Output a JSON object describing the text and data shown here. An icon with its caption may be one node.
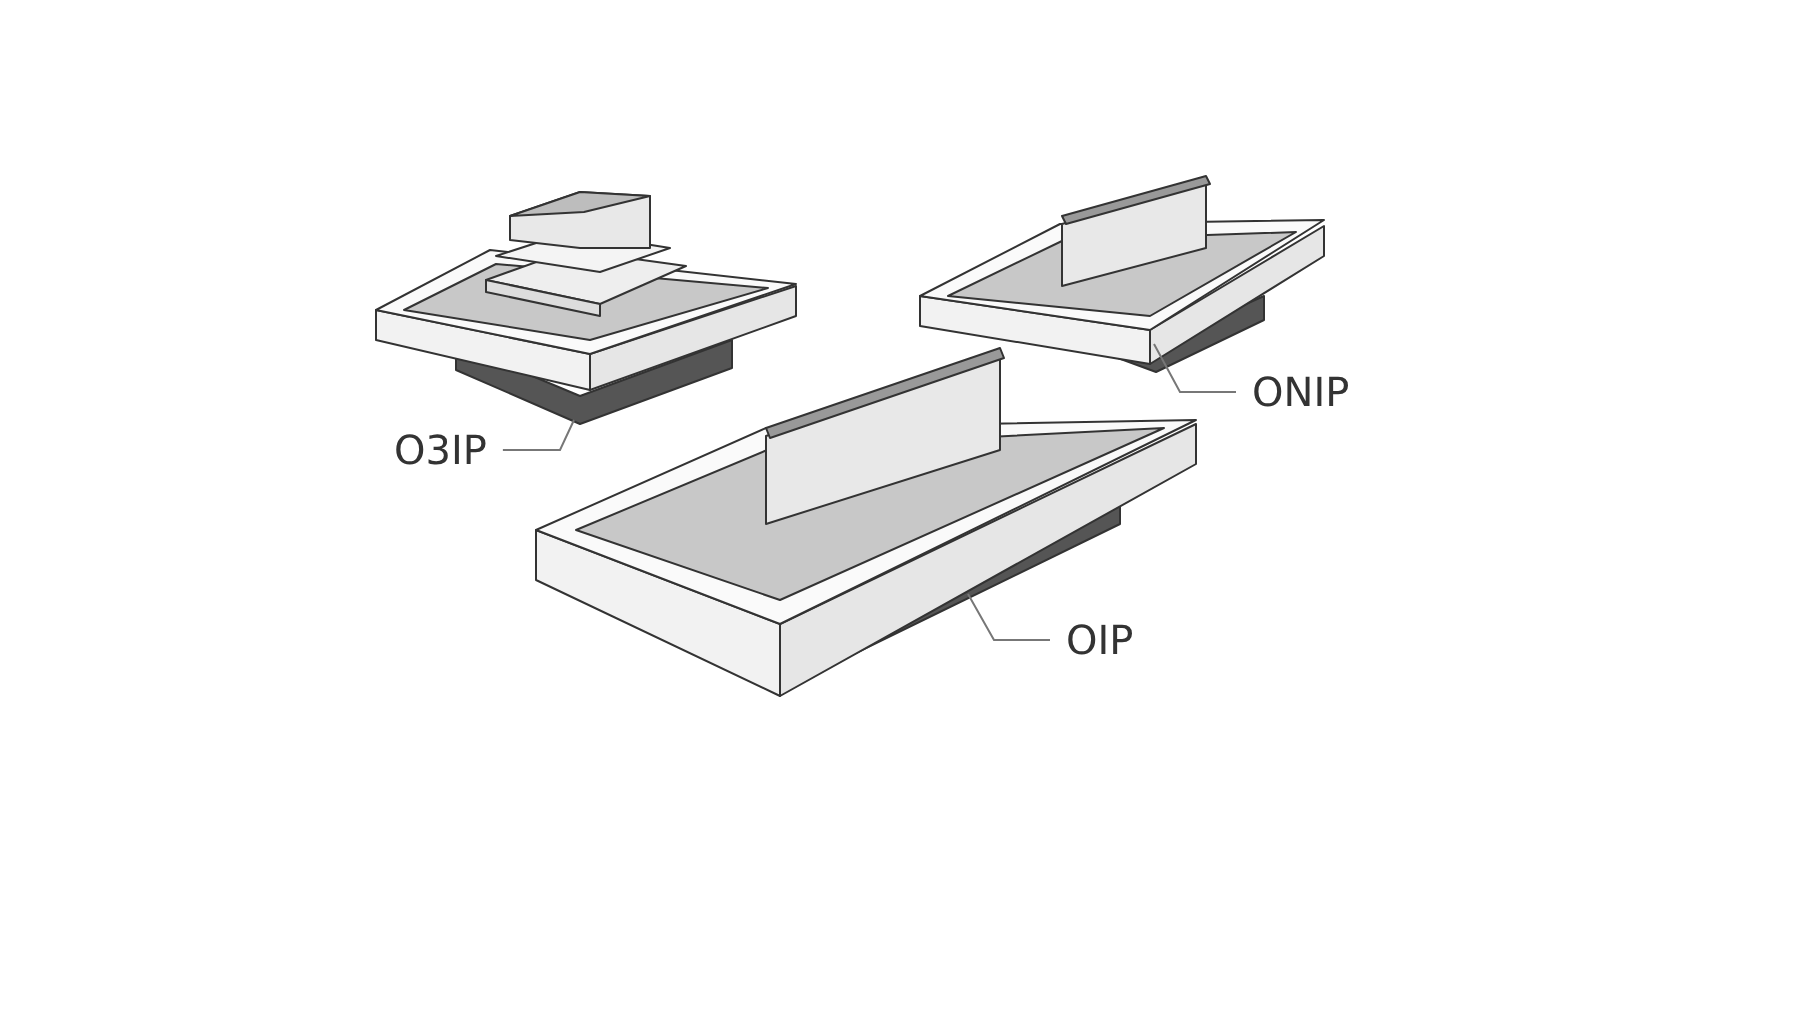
{
  "diagram": {
    "nodes": [
      {
        "text": [],
        "shape": "picture"
      },
      {
        "text": [],
        "shape": "picture"
      },
      {
        "text": [
          "ONIP"
        ]
      },
      {
        "text": [
          "O3IP"
        ]
      },
      {
        "text": [],
        "shape": "picture"
      },
      {
        "text": [
          "OIP"
        ]
      }
    ],
    "edges": [
      {
        "from": 2,
        "to": 1,
        "arrow": "none"
      },
      {
        "from": 3,
        "to": 0,
        "arrow": "none"
      },
      {
        "from": 5,
        "to": 4,
        "arrow": "none"
      }
    ]
  }
}
